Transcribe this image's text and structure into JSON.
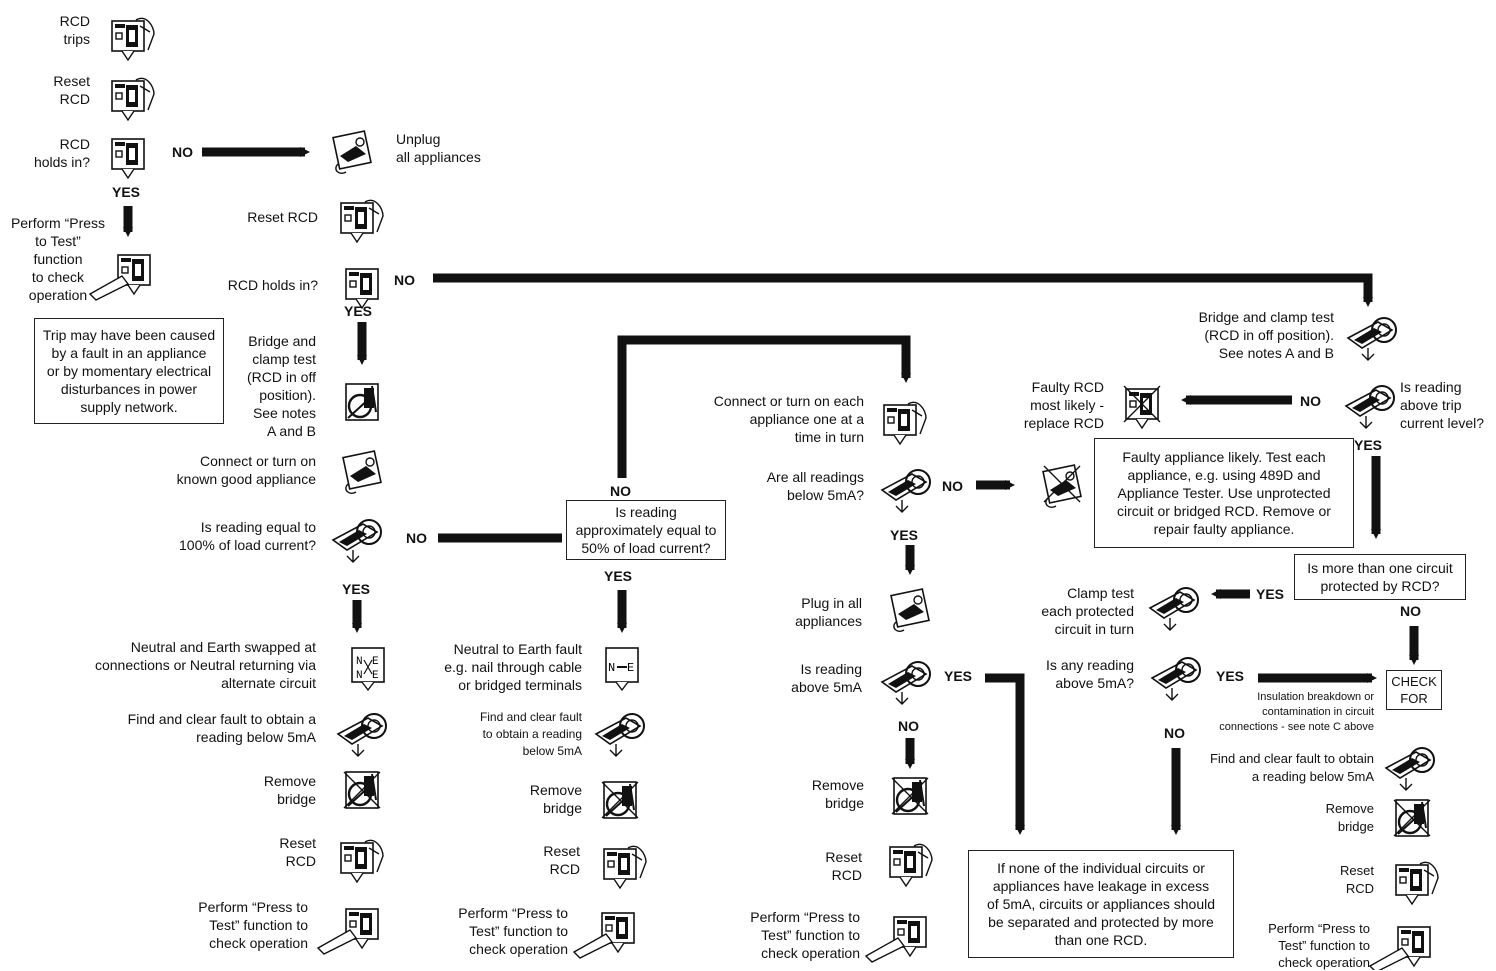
{
  "labels": {
    "yes": "YES",
    "no": "NO"
  },
  "col1": {
    "rcd_trips": "RCD\ntrips",
    "reset_rcd": "Reset\nRCD",
    "rcd_holds": "RCD\nholds in?",
    "perform_test": "Perform “Press\nto Test”\nfunction\nto check\noperation",
    "trip_note": "Trip may have been caused\nby a fault in an appliance\nor by momentary electrical\ndisturbances in power\nsupply network."
  },
  "col2": {
    "unplug": "Unplug\nall appliances",
    "reset_rcd": "Reset RCD",
    "rcd_holds": "RCD holds in?",
    "bridge_clamp": "Bridge and\nclamp test\n(RCD in off\nposition).\nSee notes\nA and B",
    "connect_known": "Connect or turn on\nknown good appliance",
    "reading_100": "Is reading equal to\n100% of load current?",
    "ne_swapped": "Neutral and Earth swapped at\nconnections or Neutral returning via\nalternate circuit",
    "find_clear": "Find and clear fault to obtain a\nreading below 5mA",
    "remove_bridge": "Remove\nbridge",
    "reset_rcd2": "Reset\nRCD",
    "perform_test": "Perform “Press to\nTest” function to\ncheck operation"
  },
  "col3": {
    "reading_50": "Is reading\napproximately equal to\n50% of load current?",
    "ne_fault": "Neutral to Earth fault\ne.g. nail through cable\nor bridged terminals",
    "find_clear": "Find and clear fault\nto obtain a reading\nbelow 5mA",
    "remove_bridge": "Remove\nbridge",
    "reset_rcd": "Reset\nRCD",
    "perform_test": "Perform “Press to\nTest” function to\ncheck operation"
  },
  "col4": {
    "connect_each": "Connect or turn on each\nappliance one at a\ntime in turn",
    "all_below": "Are all readings\nbelow 5mA?",
    "plug_in": "Plug in all\nappliances",
    "reading_above": "Is reading\nabove 5mA",
    "remove_bridge": "Remove\nbridge",
    "reset_rcd": "Reset\nRCD",
    "perform_test": "Perform “Press to\nTest” function to\ncheck operation"
  },
  "col5": {
    "faulty_rcd": "Faulty RCD\nmost likely -\nreplace RCD",
    "faulty_appliance": "Faulty appliance likely.  Test each\nappliance, e.g. using 489D and\nAppliance Tester. Use unprotected\ncircuit or bridged RCD. Remove or\nrepair faulty appliance.",
    "clamp_each": "Clamp test\neach protected\ncircuit in turn",
    "any_reading": "Is any reading\nabove 5mA?",
    "separate_note": "If none of the individual circuits or\nappliances have leakage in excess\nof 5mA, circuits or appliances should\nbe separated and protected by more\nthan one RCD."
  },
  "col6": {
    "bridge_clamp": "Bridge and clamp test\n(RCD in off position).\nSee notes A and B",
    "above_trip": "Is reading\nabove trip\ncurrent level?",
    "more_than_one": "Is more than one circuit\nprotected by RCD?",
    "check_for": "CHECK\nFOR",
    "insulation": "Insulation breakdown or\ncontamination in circuit\nconnections - see note C above",
    "find_clear": "Find and clear fault to obtain\na reading below 5mA",
    "remove_bridge": "Remove\nbridge",
    "reset_rcd": "Reset\nRCD",
    "perform_test": "Perform “Press to\nTest” function to\ncheck operation"
  },
  "icons": [
    "rcd-icon",
    "rcd-hand-icon",
    "clamp-meter-icon",
    "bridge-clamp-icon",
    "appliance-icon",
    "crossed-out-icon",
    "neutral-earth-icon"
  ]
}
